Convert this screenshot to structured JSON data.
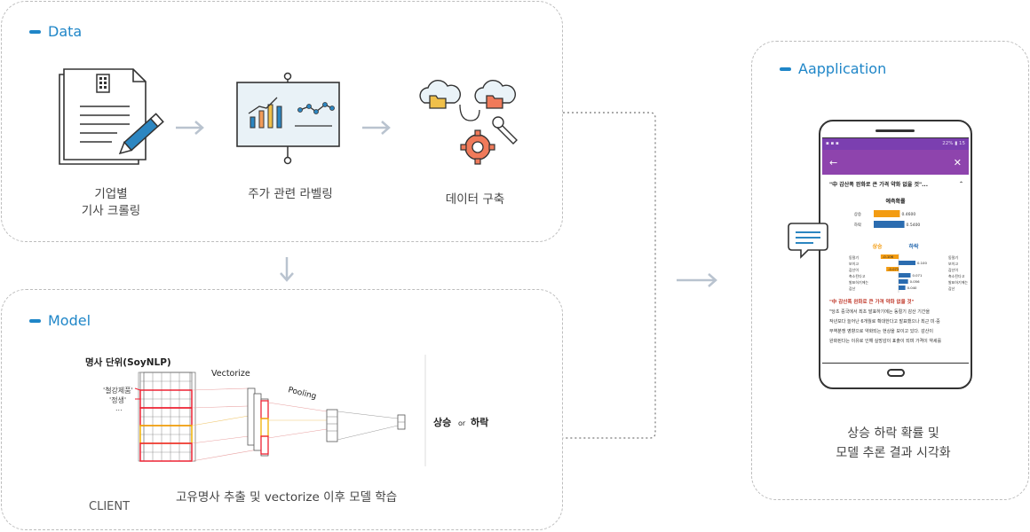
{
  "data_section": {
    "title": "Data",
    "steps": [
      {
        "label_line1": "기업별",
        "label_line2": "기사 크롤링"
      },
      {
        "label_line1": "주가 관련 라벨링"
      },
      {
        "label_line1": "데이터 구축"
      }
    ]
  },
  "model_section": {
    "title": "Model",
    "diagram": {
      "input_title": "명사 단위(SoyNLP)",
      "tokens": [
        "'철강제품'",
        "'정생'",
        "..."
      ],
      "vectorize": "Vectorize",
      "pooling": "Pooling",
      "output_up": "상승",
      "output_or": "or",
      "output_down": "하락"
    },
    "client_label": "CLIENT",
    "caption": "고유명사 추출 및 vectorize 이후 모델 학습"
  },
  "app_section": {
    "title": "Aapplication",
    "caption_line1": "상승 하락 확률 및",
    "caption_line2": "모델 추론 결과 시각화",
    "phone": {
      "status_right": "22% ▮ 15",
      "headline": "\"中 감산폭 완화로 큰 가격 약화 없을 것\"...",
      "prob_title": "예측확률",
      "prob_rows": [
        {
          "label": "상승",
          "value_text": "0.4600",
          "value": 0.46,
          "color": "#f39c12"
        },
        {
          "label": "하락",
          "value_text": "0.5400",
          "value": 0.54,
          "color": "#2b6cb0"
        }
      ],
      "legend_up": "상승",
      "legend_down": "하락",
      "features": [
        {
          "word": "동절기",
          "value": -0.106,
          "value_text": "-0.106"
        },
        {
          "word": "보이고",
          "value": 0.1,
          "value_text": "0.100"
        },
        {
          "word": "감산이",
          "value": -0.073,
          "value_text": "-0.073"
        },
        {
          "word": "축소된다고",
          "value": 0.071,
          "value_text": "0.071"
        },
        {
          "word": "발표하기에는",
          "value": 0.056,
          "value_text": "0.056"
        },
        {
          "word": "감산",
          "value": 0.04,
          "value_text": "0.040"
        }
      ],
      "article_title": "\"中 감산폭 완화로 큰 가격 약화 없을 것\"",
      "article_lines": [
        "\"당초 중국에서 최초 발표하기에는 동절기 감산 기간을",
        "작년보다 늘어난 6개월로 확대한다고 발표했으나 최근 미·중",
        "무역분쟁 영향으로 약화되는 현상을 보이고 있다. 감산이",
        "완화된다는 이유로 인해 실망감이 표출이 되며 가격이 약세를"
      ]
    }
  }
}
